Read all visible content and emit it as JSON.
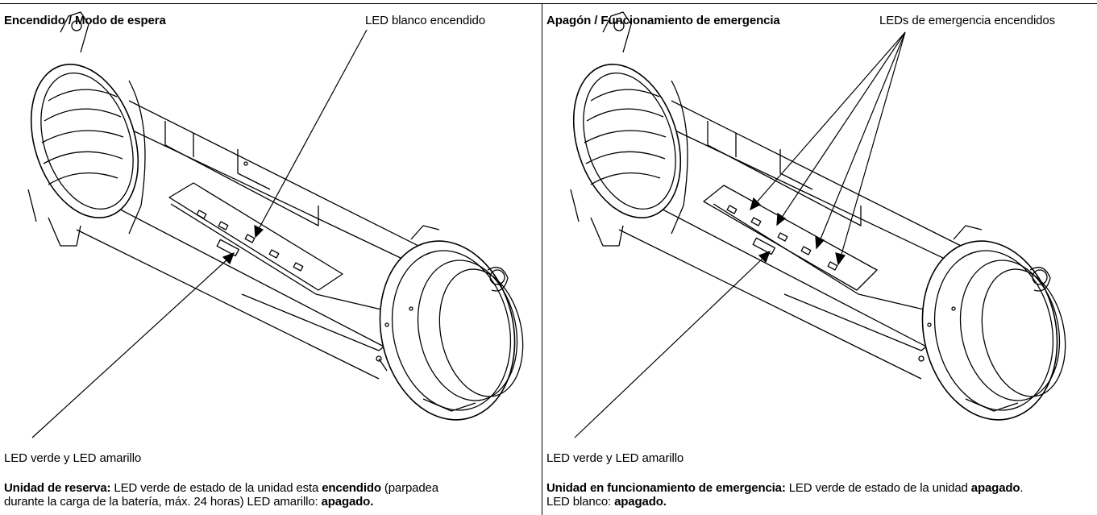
{
  "left": {
    "title": "Encendido / Modo de espera",
    "callout_top": "LED blanco encendido",
    "callout_bottom": "LED verde y LED amarillo",
    "desc": {
      "label": "Unidad de reserva:",
      "t1": " LED verde de estado de la unidad esta ",
      "b1": "encendido",
      "t2": " (parpadea",
      "t3": "durante la carga de la batería, máx. 24 horas)  LED amarillo: ",
      "b2": "apagado."
    }
  },
  "right": {
    "title": "Apagón / Funcionamiento de emergencia",
    "callout_top": "LEDs de emergencia encendidos",
    "callout_bottom": "LED verde y LED amarillo",
    "desc": {
      "label": "Unidad en funcionamiento de emergencia:",
      "t1": " LED verde de estado de la unidad ",
      "b1": "apagado",
      "t2": ".",
      "t3": "LED blanco: ",
      "b2": "apagado."
    }
  }
}
